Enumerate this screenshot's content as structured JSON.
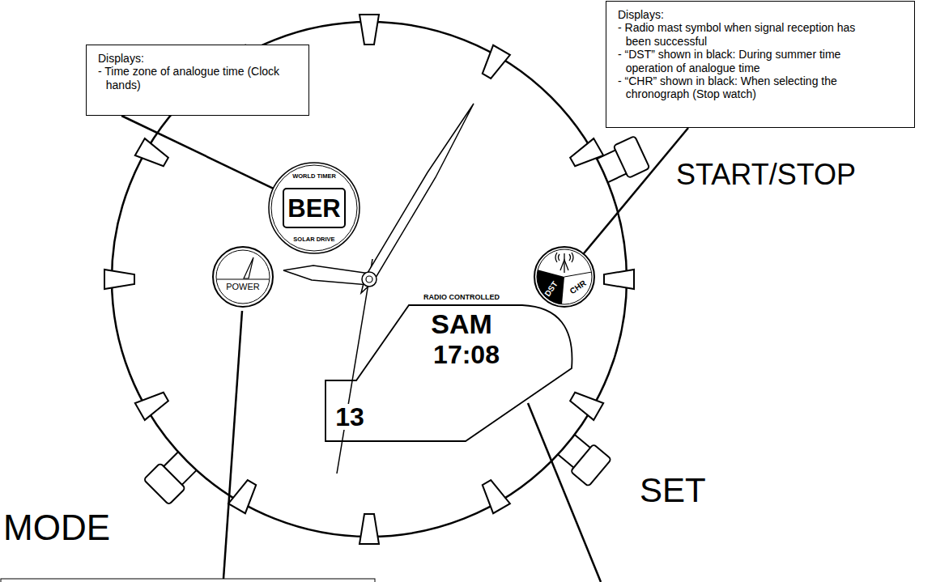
{
  "diagram": {
    "nodes": [
      {
        "text": [
          "Displays:",
          "- Time zone of analogue time (Clock hands)"
        ]
      },
      {
        "text": [
          "Displays:",
          "- Radio mast symbol when signal reception has been successful",
          "- “DST” shown in black: During summer time operation of analogue time",
          "- “CHR” shown in black: When selecting the chronograph (Stop watch)"
        ]
      },
      {
        "text": [
          "WORLD TIMER",
          "SOLAR DRIVE"
        ]
      },
      {
        "text": [
          "BER"
        ],
        "in": 2
      },
      {
        "text": [
          "POWER"
        ]
      },
      {
        "text": [
          "DST",
          "CHR"
        ]
      },
      {
        "text": [
          "RADIO CONTROLLED",
          "SAM",
          "17:08",
          "13"
        ]
      }
    ],
    "edges": [
      {
        "from": 0,
        "to": 3,
        "arrow": "none"
      },
      {
        "from": 1,
        "to": 5,
        "arrow": "none"
      }
    ],
    "labels": [
      "START/STOP",
      "MODE",
      "SET"
    ]
  }
}
